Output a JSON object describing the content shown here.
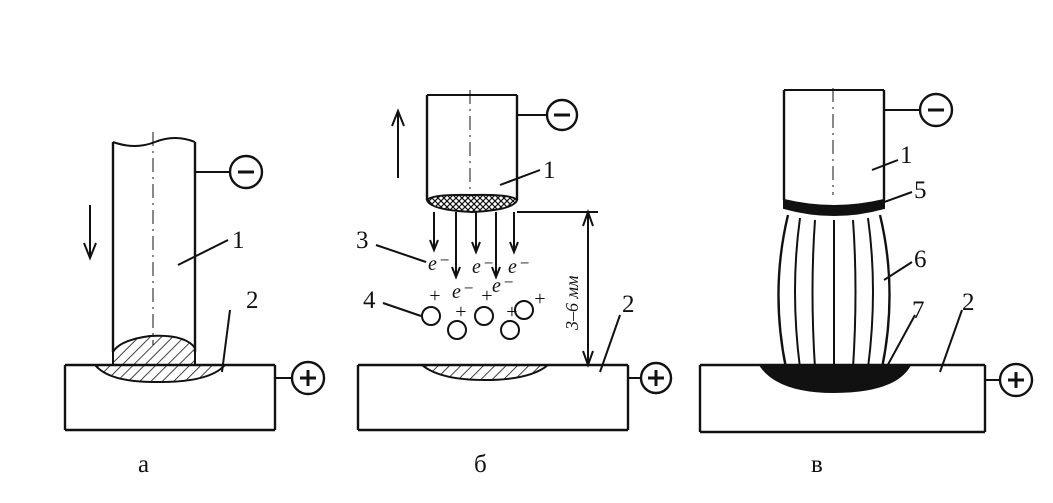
{
  "panels": [
    {
      "caption": "а",
      "electrode_label": "1",
      "workpiece_label": "2",
      "electrode_sign": "−",
      "workpiece_sign": "+"
    },
    {
      "caption": "б",
      "electrode_label": "1",
      "workpiece_label": "2",
      "electron_label": "3",
      "ion_label": "4",
      "electron_symbols": [
        "e⁻",
        "e⁻",
        "e⁻",
        "e⁻",
        "e⁻"
      ],
      "ion_symbols": [
        "+",
        "+",
        "+",
        "+",
        "+"
      ],
      "gap_dimension": "3–6 мм",
      "electrode_sign": "−",
      "workpiece_sign": "+"
    },
    {
      "caption": "в",
      "electrode_label": "1",
      "workpiece_label": "2",
      "tip_label": "5",
      "arc_label": "6",
      "pool_label": "7",
      "electrode_sign": "−",
      "workpiece_sign": "+"
    }
  ],
  "colors": {
    "ink": "#111111",
    "background": "#ffffff"
  }
}
